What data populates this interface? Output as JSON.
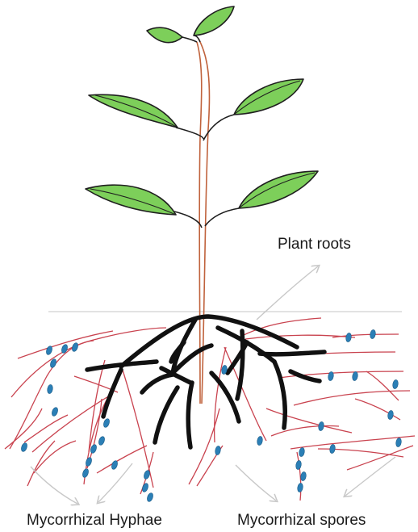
{
  "labels": {
    "plant_roots": "Plant roots",
    "mycorrhizal_hyphae": "Mycorrhizal Hyphae",
    "mycorrhizal_spores": "Mycorrhizal spores"
  },
  "colors": {
    "leaf_fill": "#7dcf5a",
    "leaf_stroke": "#1f1f1f",
    "stem": "#c0623c",
    "root": "#111111",
    "hyphae": "#c9434f",
    "spore": "#2b7fb6",
    "arrow": "#c8c8c8",
    "ground": "#d0d0d0"
  }
}
